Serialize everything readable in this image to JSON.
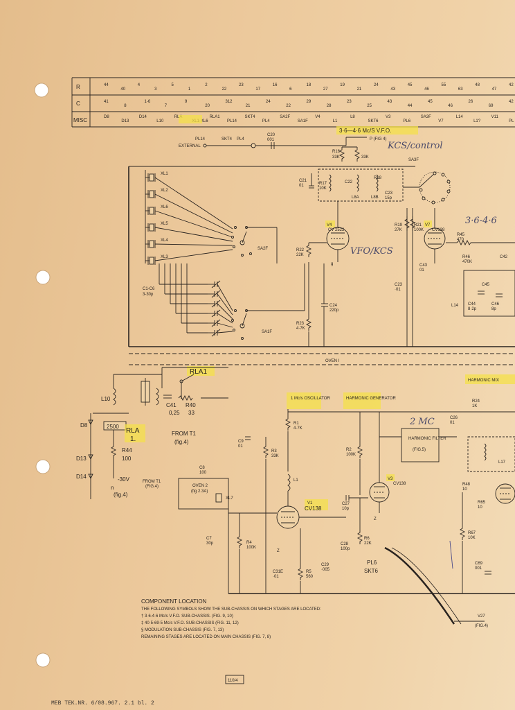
{
  "ref_table": {
    "row_R": {
      "label": "R",
      "entries": [
        "44",
        "40",
        "4",
        "3",
        "5",
        "1",
        "2",
        "22",
        "23",
        "17",
        "16",
        "6",
        "18",
        "27",
        "19",
        "21",
        "24",
        "43",
        "45",
        "46",
        "55",
        "63",
        "48",
        "47",
        "42"
      ]
    },
    "row_C": {
      "label": "C",
      "entries": [
        "41",
        "8",
        "1-6",
        "7",
        "9",
        "20",
        "312",
        "21",
        "24",
        "22",
        "29",
        "28",
        "23",
        "25",
        "43",
        "44",
        "45",
        "46",
        "26",
        "69",
        "42"
      ]
    },
    "row_MISC": {
      "label": "MISC",
      "entries": [
        "D8",
        "D13",
        "D14",
        "L10",
        "RLA",
        "XL1-XL6",
        "RLA1",
        "PL14",
        "SKT4",
        "PL4",
        "SA2F",
        "SA1F",
        "V4",
        "L1",
        "L8",
        "SKT6",
        "V3",
        "PL6",
        "SA3F",
        "V7",
        "L14",
        "L1?",
        "V11",
        "PL"
      ]
    }
  },
  "top_section": {
    "vfo_title": "3·6—4·6 Mc/S V.F.O.",
    "vfo_ref": "P (FIG 4)",
    "external_label": "EXTERNAL",
    "pl14": "PL14",
    "skt4": "SKT4",
    "pl4": "PL4",
    "c20": "C20",
    "c20_val": "001",
    "crystals": [
      "XL1",
      "XL2",
      "XL6",
      "XL5",
      "XL4",
      "XL3"
    ],
    "switch_sa2f": "SA2F",
    "switch_sa1f": "SA1F",
    "switch_sa3f": "SA3F",
    "c1c6": "C1-C6",
    "c1c6_val": "3-30p",
    "r16": "R16",
    "r16_val": "33K",
    "r16b_val": "33K",
    "r17": "R17",
    "r17_val": "10K",
    "c21": "C21",
    "c21_val": "01",
    "c22": "C22",
    "l8a": "L8A",
    "l8b": "L8B",
    "r18": "R18",
    "c23": "C23",
    "c23_val": "15p",
    "v4": "V4",
    "v4_type": "CV 2522",
    "r22": "R22",
    "r22_val": "22K",
    "c24": "C24",
    "c24_val": "220p",
    "r23": "R23",
    "r23_val": "4·7K",
    "r19": "R19",
    "r19_val": "27K",
    "r21": "R21",
    "r21_val": "100K",
    "c43": "C43",
    "c43_val": "01",
    "c23b": "C23",
    "c23b_val": "·01",
    "v7": "V7",
    "v7_type": "CV138",
    "r45": "R45",
    "r45_val": "470",
    "r46": "R46",
    "r46_val": "470K",
    "c42": "C42",
    "c45": "C45",
    "c44": "C44",
    "c44_val": "8·2p",
    "c46": "C46",
    "c46_val": "8p",
    "l14": "L14",
    "oven1": "OVEN I",
    "hw_kcs": "KCS/control",
    "hw_vfo": "VFO/KCS",
    "hw_range": "3·6-4·6"
  },
  "bottom_section": {
    "rla1": "RLA1",
    "l10": "L10",
    "d8": "D8",
    "d13": "D13",
    "d14": "D14",
    "r2500": "2500",
    "rla": "RLA",
    "rla_num": "1.",
    "r44": "R44",
    "r44_val": "100",
    "neg30v": "-30V",
    "n": "n",
    "fig4": "(fig.4)",
    "c41": "C41",
    "c41_val": "0,25",
    "r40": "R40",
    "r40_val": "33",
    "from_t1": "FROM T1",
    "fig4b": "(fig.4)",
    "from_t1_small": "FROM T1",
    "from_t1_small_fig": "(FIG.4)",
    "oven2": "OVEN 2",
    "oven2_fig": "(fig 2.3A)",
    "xl7": "XL7",
    "c8": "C8",
    "c8_val": "100",
    "c9": "C9",
    "c9_val": "01",
    "c7": "C7",
    "c7_val": "30p",
    "r4": "R4",
    "r4_val": "100K",
    "osc_title": "1 Mc/s OSCILLATOR",
    "r1": "R1",
    "r1_val": "4·7K",
    "r3": "R3",
    "r3_val": "33K",
    "l1": "L1",
    "v1": "V1",
    "v1_type": "CV138",
    "c31e": "C31E",
    "c31e_val": "·01",
    "r5": "R5",
    "r5_val": "560",
    "harm_gen": "HARMONIC GENERATOR",
    "r2": "R2",
    "r2_val": "100K",
    "c27": "C27",
    "c27_val": "10p",
    "c28": "C28",
    "c28_val": "100p",
    "r6": "R6",
    "r6_val": "22K",
    "c29": "C29",
    "c29_val": "·005",
    "v3": "V3",
    "v3_type": "CV138",
    "pl6": "PL6",
    "skt6": "SKT6",
    "harm_filter": "HARMONIC FILTER",
    "harm_filter_fig": "(FIG.5)",
    "hw_2mc": "2 MC",
    "c26": "C26",
    "c26_val": "01",
    "r24": "R24",
    "r24_val": "1K",
    "harm_mix": "HARMONIC MIX",
    "r48": "R48",
    "r48_val": "10",
    "r65": "R65",
    "r65_val": "10",
    "r67": "R67",
    "r67_val": "10K",
    "c69": "C69",
    "c69_val": "001",
    "l17": "L17",
    "v27": "V27",
    "v27_fig": "(FIG.4)",
    "z": "Z",
    "g": "g"
  },
  "notes": {
    "title": "COMPONENT LOCATION",
    "line1": "THE FOLLOWING SYMBOLS SHOW THE SUB-CHASSIS ON WHICH STAGES ARE LOCATED:",
    "line2": "† 3·6-4·6 Mc/s V.F.O. SUB-CHASSIS.  (FIG. 9, 10)",
    "line3": "‡ 40·5-69·5 Mc/s V.F.O. SUB-CHASSIS  (FIG. 11, 12)",
    "line4": "§ MODULATION SUB-CHASSIS  (FIG. 7, 13)",
    "line5": "REMAINING STAGES ARE LOCATED ON MAIN CHASSIS  (FIG. 7, 8)"
  },
  "page_stamp": "110/4",
  "footer_text": "MEB  TEK.NR. 6/08.967. 2.1 bl. 2",
  "colors": {
    "paper": "#ecc99c",
    "ink": "#2a2420",
    "highlight": "#f4e04a",
    "pencil": "#4a4a6a"
  }
}
